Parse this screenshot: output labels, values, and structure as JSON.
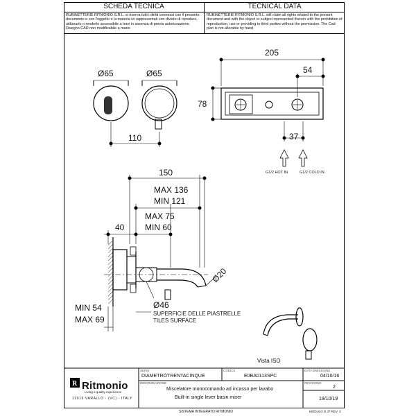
{
  "header": {
    "title_it": "SCHEDA TECNICA / TECNICAL DATA",
    "title_en": "RUBINETTERIE RITMONIO S.R.L. will claim all rights related to the present document and with the object or subject represented therein with the prohibition of reproduction, use or providing to third parties without the permission. The Cad plan is not allerable by hand"
  },
  "notice": {
    "it": "RUBINETTERIE RITMONIO S.R.L. si riserva tutti i diritti connessi con il presente documento e con l'oggetto o la materia ivi rappresentati con divieto di riproduro, utilizzarlo o renderlo accessibile a terzi in assenza di previa autorizzazione. Disegno CAD non modificabile a mano",
    "en": "RUBINETTERIE RITMONIO S.R.L. will claim all rights related to the present document and with the object or subject represented therein with the prohibition of reproduction, use or providing to third parties without the permission.  The Cad plan is not allerable by hand"
  },
  "dims": {
    "d65a": "Ø65",
    "d65b": "Ø65",
    "d110": "110",
    "d205": "205",
    "d54": "54",
    "d78": "78",
    "d37": "37",
    "hot": "G1/2 HOT IN",
    "cold": "G1/2 COLD IN",
    "d150": "150",
    "max136": "MAX 136",
    "min121": "MIN 121",
    "max75": "MAX 75",
    "min60": "MIN 60",
    "d40": "40",
    "d20": "Ø20",
    "d46": "Ø46",
    "min54": "MIN 54",
    "max69": "MAX 69",
    "tiles_it": "SUPERFICIE DELLE PIASTRELLE",
    "tiles_en": "TILES SURFACE",
    "vista": "Vista ISO"
  },
  "titleblock": {
    "serie_lbl": "SERIE",
    "serie": "DIAMETROTRENTACINQUE",
    "codice_lbl": "CODICE",
    "codice": "E0BA0113SPC",
    "data_lbl": "DATA EMISSIONE",
    "data": "04/10/16",
    "denom_lbl": "DENOMINAZIONE",
    "denom_it": "Miscelatore monocomando ad incasso per lavabo",
    "denom_en": "Built-in single lever basin mixer",
    "rev_lbl": "REVISIONE",
    "rev": "2",
    "rev_date": "18/10/19",
    "brand": "Ritmonio",
    "tagline": "Living a quality experience",
    "address": "13019 VARALLO - (VC) - ITALY"
  },
  "footer": {
    "system": "SISTEMA INTEGRATO RITMONIO",
    "model": "MODULO D.37 REV. 3"
  }
}
